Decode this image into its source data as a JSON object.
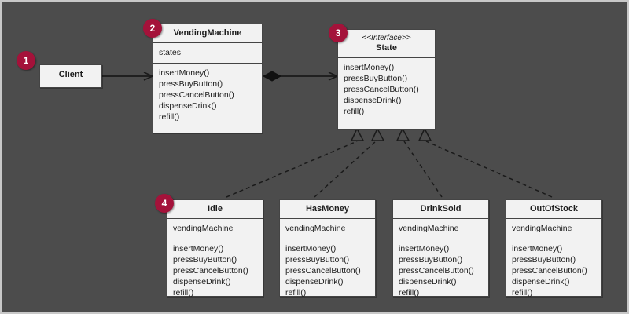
{
  "diagram": {
    "title": "Vending Machine State Pattern Class Diagram",
    "background_color": "#4c4c4c",
    "box_fill_color": "#f2f2f2",
    "box_border_color": "#444444",
    "badge_color": "#a4123a",
    "line_color": "#1a1a1a"
  },
  "badges": [
    {
      "label": "1",
      "name": "badge-1-client"
    },
    {
      "label": "2",
      "name": "badge-2-vendingmachine"
    },
    {
      "label": "3",
      "name": "badge-3-state"
    },
    {
      "label": "4",
      "name": "badge-4-concrete-states"
    }
  ],
  "classes": {
    "client": {
      "name": "Client",
      "attributes": [],
      "operations": []
    },
    "vending_machine": {
      "name": "VendingMachine",
      "attributes": [
        "states"
      ],
      "operations": [
        "insertMoney()",
        "pressBuyButton()",
        "pressCancelButton()",
        "dispenseDrink()",
        "refill()"
      ]
    },
    "state": {
      "stereotype": "<<Interface>>",
      "name": "State",
      "attributes": [],
      "operations": [
        "insertMoney()",
        "pressBuyButton()",
        "pressCancelButton()",
        "dispenseDrink()",
        "refill()"
      ]
    },
    "idle": {
      "name": "Idle",
      "attributes": [
        "vendingMachine"
      ],
      "operations": [
        "insertMoney()",
        "pressBuyButton()",
        "pressCancelButton()",
        "dispenseDrink()",
        "refill()"
      ]
    },
    "has_money": {
      "name": "HasMoney",
      "attributes": [
        "vendingMachine"
      ],
      "operations": [
        "insertMoney()",
        "pressBuyButton()",
        "pressCancelButton()",
        "dispenseDrink()",
        "refill()"
      ]
    },
    "drink_sold": {
      "name": "DrinkSold",
      "attributes": [
        "vendingMachine"
      ],
      "operations": [
        "insertMoney()",
        "pressBuyButton()",
        "pressCancelButton()",
        "dispenseDrink()",
        "refill()"
      ]
    },
    "out_of_stock": {
      "name": "OutOfStock",
      "attributes": [
        "vendingMachine"
      ],
      "operations": [
        "insertMoney()",
        "pressBuyButton()",
        "pressCancelButton()",
        "dispenseDrink()",
        "refill()"
      ]
    }
  },
  "relationships": [
    {
      "name": "client-to-vendingmachine",
      "type": "association",
      "from": "Client",
      "to": "VendingMachine",
      "arrow": "open-arrow",
      "style": "solid"
    },
    {
      "name": "vendingmachine-to-state",
      "type": "composition",
      "from": "VendingMachine",
      "to": "State",
      "arrow": "filled-diamond-open-arrow",
      "style": "solid"
    },
    {
      "name": "idle-implements-state",
      "type": "realization",
      "from": "Idle",
      "to": "State",
      "arrow": "hollow-triangle",
      "style": "dashed"
    },
    {
      "name": "hasmoney-implements-state",
      "type": "realization",
      "from": "HasMoney",
      "to": "State",
      "arrow": "hollow-triangle",
      "style": "dashed"
    },
    {
      "name": "drinksold-implements-state",
      "type": "realization",
      "from": "DrinkSold",
      "to": "State",
      "arrow": "hollow-triangle",
      "style": "dashed"
    },
    {
      "name": "outofstock-implements-state",
      "type": "realization",
      "from": "OutOfStock",
      "to": "State",
      "arrow": "hollow-triangle",
      "style": "dashed"
    }
  ]
}
